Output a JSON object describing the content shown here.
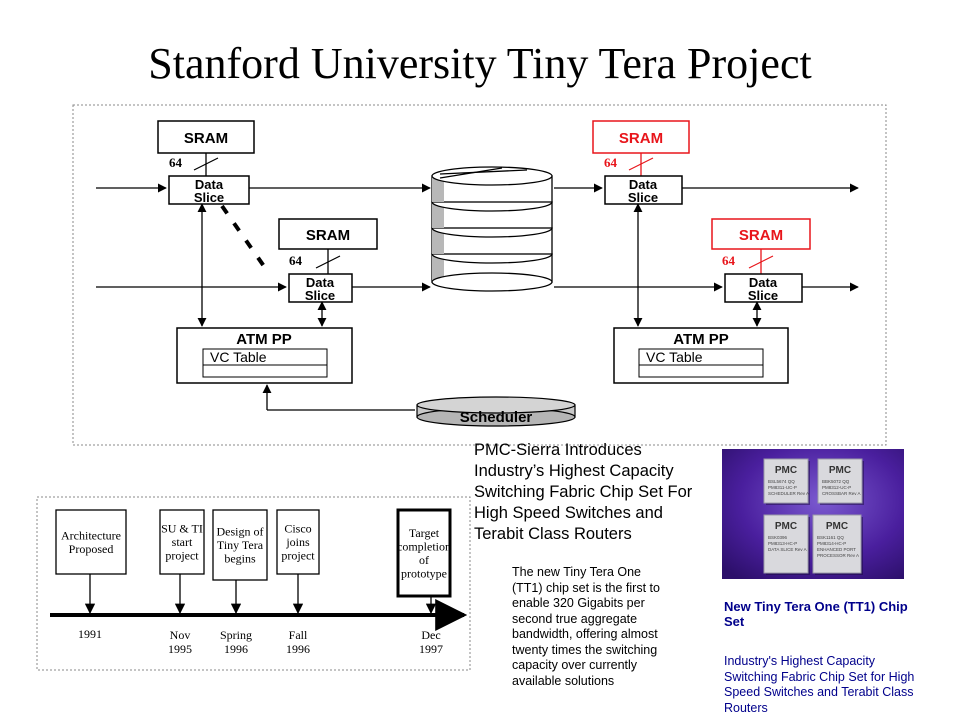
{
  "title": "Stanford University Tiny Tera Project",
  "diagram": {
    "sram_label": "SRAM",
    "bus_width": "64",
    "data_slice_line1": "Data",
    "data_slice_line2": "Slice",
    "atm_pp": "ATM PP",
    "vc_table": "VC Table",
    "scheduler": "Scheduler",
    "colors": {
      "highlight_red": "#e8151b",
      "frame_gray": "#888888"
    }
  },
  "timeline": {
    "milestones": [
      {
        "lines": [
          "Architecture",
          "Proposed"
        ],
        "date": [
          "1991"
        ]
      },
      {
        "lines": [
          "SU & TI",
          "start",
          "project"
        ],
        "date": [
          "Nov",
          "1995"
        ]
      },
      {
        "lines": [
          "Design of",
          "Tiny Tera",
          "begins"
        ],
        "date": [
          "Spring",
          "1996"
        ]
      },
      {
        "lines": [
          "Cisco",
          "joins",
          "project"
        ],
        "date": [
          "Fall",
          "1996"
        ]
      },
      {
        "lines": [
          "Target",
          "completion",
          "of",
          "prototype"
        ],
        "date": [
          "Dec",
          "1997"
        ]
      }
    ]
  },
  "press": {
    "headline": [
      "PMC-Sierra Introduces",
      "Industry’s Highest Capacity",
      "Switching Fabric Chip Set For",
      "High Speed Switches and",
      "Terabit Class Routers"
    ],
    "body": [
      "The new Tiny Tera One",
      "(TT1) chip set is the first to",
      "enable 320 Gigabits per",
      "second true aggregate",
      "bandwidth, offering almost",
      "twenty times the switching",
      "capacity over currently",
      "available solutions"
    ]
  },
  "chip_photo": {
    "brand": "PMC",
    "colors": {
      "background": "#4a1f9e",
      "chip": "#d9d9dd"
    },
    "chips": [
      {
        "line1": "BSL5674 QQ",
        "line2": "PM8311-UC-P",
        "line3": "SCHEDULER Rev A"
      },
      {
        "line1": "BBK5072 QQ",
        "line2": "PM8312-UC-P",
        "line3": "CROSSBAR Rev A"
      },
      {
        "line1": "BSK0396",
        "line2": "PM8313-HC-P",
        "line3": "DATA SLICE Rev A"
      },
      {
        "line1": "BSK1161 QQ",
        "line2": "PM8314-HC-P",
        "line3": "ENHANCED PORT",
        "line4": "PROCESSOR Rev A"
      }
    ]
  },
  "caption": {
    "title": [
      "New Tiny Tera One (TT1) Chip",
      "Set"
    ],
    "description": [
      "Industry's Highest Capacity",
      "Switching Fabric Chip Set for High",
      "Speed Switches and Terabit Class",
      "Routers"
    ]
  }
}
